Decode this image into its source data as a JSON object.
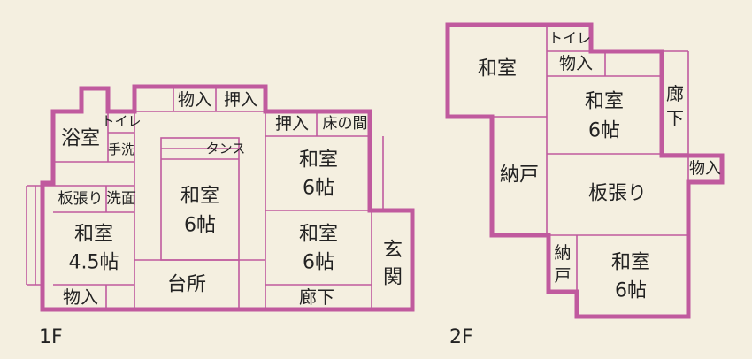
{
  "floors": {
    "first": {
      "label": "1F",
      "rooms": {
        "bath": "浴室",
        "toilet": "トイレ",
        "washroom": "手洗",
        "storage_top": "物入",
        "closet_top": "押入",
        "closet_right": "押入",
        "alcove": "床の間",
        "chest": "タンス",
        "wood_floor": "板張り",
        "washstand": "洗面",
        "washiki_small_line1": "和室",
        "washiki_small_line2": "4.5帖",
        "washitsu_center_line1": "和室",
        "washitsu_center_line2": "6帖",
        "washitsu_ne_line1": "和室",
        "washitsu_ne_line2": "6帖",
        "washitsu_se_line1": "和室",
        "washitsu_se_line2": "6帖",
        "storage_bottom": "物入",
        "kitchen": "台所",
        "corridor": "廊下",
        "entrance": "玄関"
      }
    },
    "second": {
      "label": "2F",
      "rooms": {
        "washitsu_nw": "和室",
        "toilet": "トイレ",
        "storage_top": "物入",
        "washitsu_ne_line1": "和室",
        "washitsu_ne_line2": "6帖",
        "corridor": "廊下",
        "closet_left": "納戸",
        "wood_floor": "板張り",
        "storage_right": "物入",
        "closet_small": "納戸",
        "washitsu_se_line1": "和室",
        "washitsu_se_line2": "6帖"
      }
    }
  },
  "colors": {
    "wall": "#c05a9e",
    "background": "#f4efe0",
    "text": "#222222"
  }
}
